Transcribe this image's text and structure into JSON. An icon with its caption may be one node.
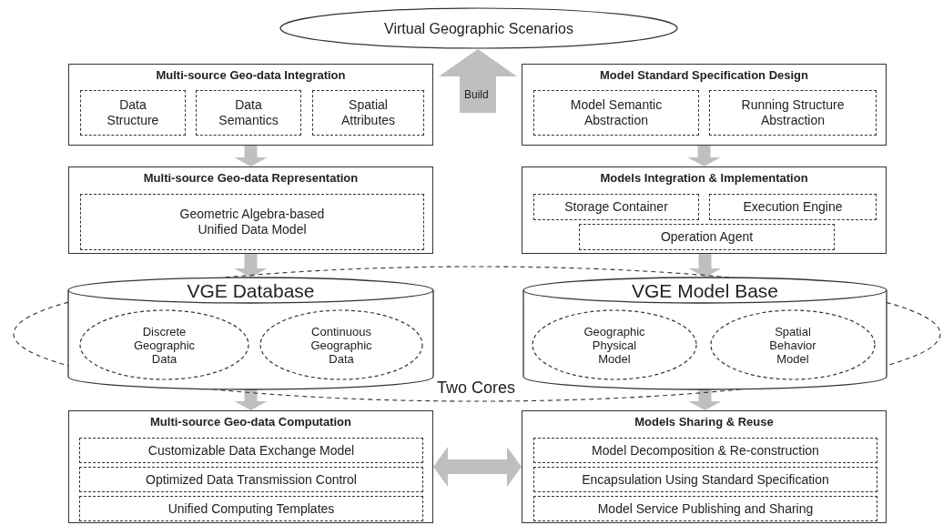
{
  "diagram": {
    "nodes": [
      {
        "text": [
          "Virtual Geographic Scenarios"
        ]
      },
      {
        "text": [
          "Multi-source Geo-data Integration"
        ]
      },
      {
        "text": [
          "Data Structure"
        ],
        "in": 1
      },
      {
        "text": [
          "Data Semantics"
        ],
        "in": 1
      },
      {
        "text": [
          "Spatial Attributes"
        ],
        "in": 1
      },
      {
        "text": [
          "Model Standard Specification Design"
        ]
      },
      {
        "text": [
          "Model Semantic Abstraction"
        ],
        "in": 5
      },
      {
        "text": [
          "Running Structure Abstraction"
        ],
        "in": 5
      },
      {
        "text": [
          "Multi-source Geo-data Representation"
        ]
      },
      {
        "text": [
          "Geometric Algebra-based Unified Data Model"
        ],
        "in": 8
      },
      {
        "text": [
          "Models Integration & Implementation"
        ]
      },
      {
        "text": [
          "Storage Container"
        ],
        "in": 10
      },
      {
        "text": [
          "Execution Engine"
        ],
        "in": 10
      },
      {
        "text": [
          "Operation Agent"
        ],
        "in": 10
      },
      {
        "text": [
          "Two Cores"
        ]
      },
      {
        "text": [
          "VGE Database"
        ],
        "in": 14
      },
      {
        "text": [
          "Discrete Geographic Data"
        ],
        "in": 15
      },
      {
        "text": [
          "Continuous Geographic Data"
        ],
        "in": 15
      },
      {
        "text": [
          "VGE Model Base"
        ],
        "in": 14
      },
      {
        "text": [
          "Geographic Physical Model"
        ],
        "in": 18
      },
      {
        "text": [
          "Spatial Behavior Model"
        ],
        "in": 18
      },
      {
        "text": [
          "Multi-source Geo-data Computation"
        ]
      },
      {
        "text": [
          "Customizable Data Exchange Model"
        ],
        "in": 21
      },
      {
        "text": [
          "Optimized Data Transmission Control"
        ],
        "in": 21
      },
      {
        "text": [
          "Unified Computing Templates"
        ],
        "in": 21
      },
      {
        "text": [
          "Models Sharing & Reuse"
        ]
      },
      {
        "text": [
          "Model Decomposition & Re-construction"
        ],
        "in": 25
      },
      {
        "text": [
          "Encapsulation Using Standard Specification"
        ],
        "in": 25
      },
      {
        "text": [
          "Model Service Publishing and Sharing"
        ],
        "in": 25
      }
    ],
    "edges": [
      {
        "from": null,
        "to": 0,
        "arrow": "to",
        "label": "Build"
      },
      {
        "from": 1,
        "to": 8,
        "arrow": "to"
      },
      {
        "from": 5,
        "to": 10,
        "arrow": "to"
      },
      {
        "from": 8,
        "to": 15,
        "arrow": "to"
      },
      {
        "from": 10,
        "to": 18,
        "arrow": "to"
      },
      {
        "from": 15,
        "to": 21,
        "arrow": "to"
      },
      {
        "from": 18,
        "to": 25,
        "arrow": "to"
      },
      {
        "from": 21,
        "to": 25,
        "arrow": "both"
      }
    ]
  }
}
